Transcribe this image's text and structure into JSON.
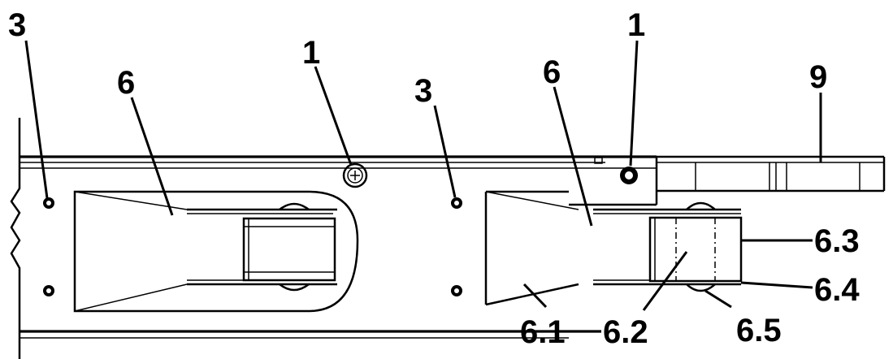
{
  "callouts": [
    {
      "id": "c3a",
      "text": "3"
    },
    {
      "id": "c6a",
      "text": "6"
    },
    {
      "id": "c1a",
      "text": "1"
    },
    {
      "id": "c3b",
      "text": "3"
    },
    {
      "id": "c6b",
      "text": "6"
    },
    {
      "id": "c1b",
      "text": "1"
    },
    {
      "id": "c9",
      "text": "9"
    },
    {
      "id": "c63",
      "text": "6.3"
    },
    {
      "id": "c64",
      "text": "6.4"
    },
    {
      "id": "c65",
      "text": "6.5"
    },
    {
      "id": "c61",
      "text": "6.1"
    },
    {
      "id": "c62",
      "text": "6.2"
    }
  ]
}
